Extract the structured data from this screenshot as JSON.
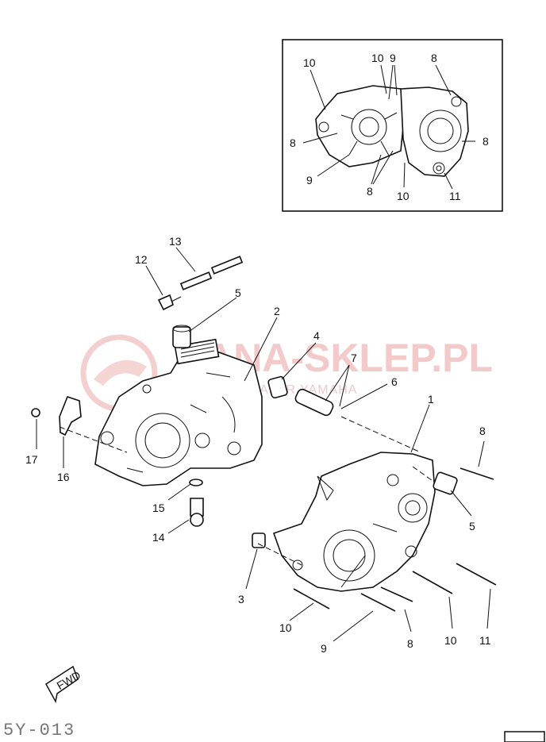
{
  "inset": {
    "labels": [
      {
        "id": "i10a",
        "text": "10"
      },
      {
        "id": "i10b",
        "text": "10"
      },
      {
        "id": "i9a",
        "text": "9"
      },
      {
        "id": "i8a",
        "text": "8"
      },
      {
        "id": "i8b",
        "text": "8"
      },
      {
        "id": "i8c",
        "text": "8"
      },
      {
        "id": "i9b",
        "text": "9"
      },
      {
        "id": "i8d",
        "text": "8"
      },
      {
        "id": "i10c",
        "text": "10"
      },
      {
        "id": "i11",
        "text": "11"
      }
    ]
  },
  "callouts": [
    {
      "id": "c13",
      "text": "13"
    },
    {
      "id": "c12",
      "text": "12"
    },
    {
      "id": "c5a",
      "text": "5"
    },
    {
      "id": "c2",
      "text": "2"
    },
    {
      "id": "c4",
      "text": "4"
    },
    {
      "id": "c7",
      "text": "7"
    },
    {
      "id": "c6",
      "text": "6"
    },
    {
      "id": "c1",
      "text": "1"
    },
    {
      "id": "c8a",
      "text": "8"
    },
    {
      "id": "c5b",
      "text": "5"
    },
    {
      "id": "c17",
      "text": "17"
    },
    {
      "id": "c16",
      "text": "16"
    },
    {
      "id": "c15",
      "text": "15"
    },
    {
      "id": "c14",
      "text": "14"
    },
    {
      "id": "c3",
      "text": "3"
    },
    {
      "id": "c10a",
      "text": "10"
    },
    {
      "id": "c9",
      "text": "9"
    },
    {
      "id": "c8b",
      "text": "8"
    },
    {
      "id": "c10b",
      "text": "10"
    },
    {
      "id": "c11",
      "text": "11"
    }
  ],
  "watermark": {
    "title": "ANA-SKLEP.PL",
    "subtitle": "WEB DEALER YAMAHA"
  },
  "fwd_label": "FWD",
  "footer_code": "5Y-013"
}
